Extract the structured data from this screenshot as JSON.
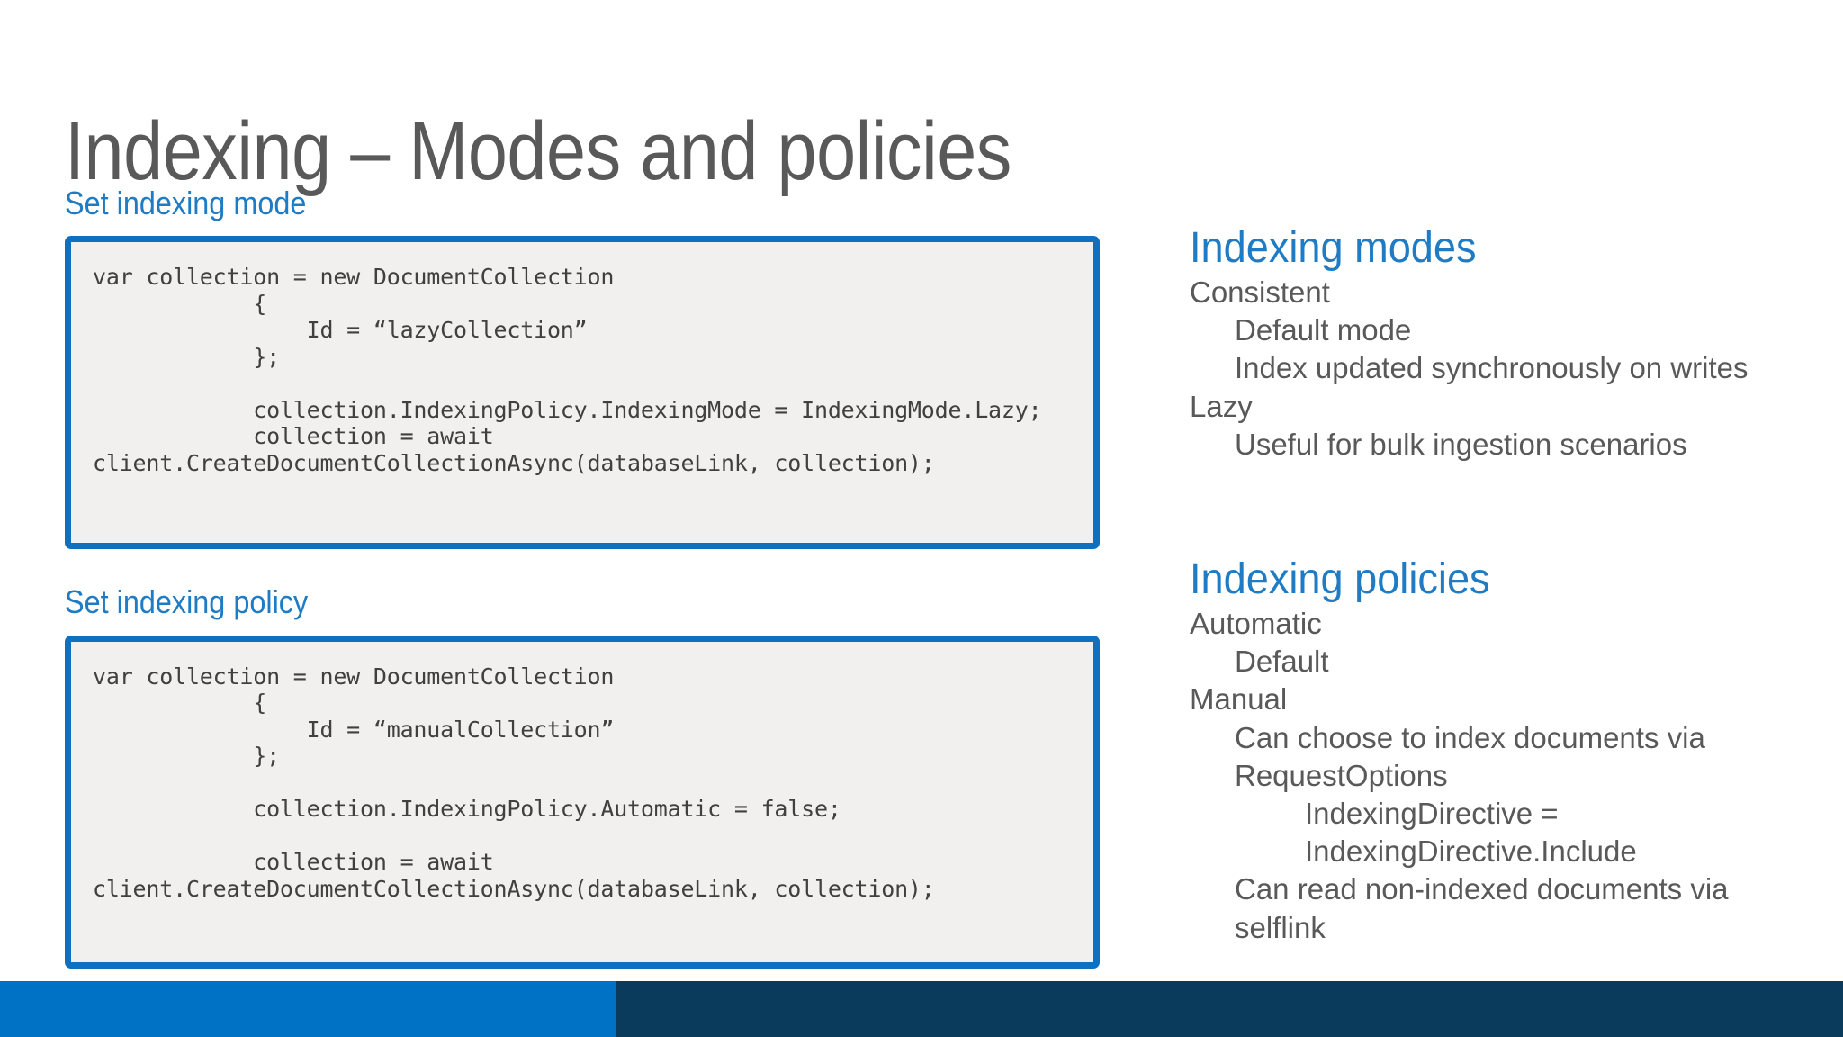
{
  "slide": {
    "title": "Indexing – Modes and policies",
    "title_color": "#595959",
    "accent_blue": "#1F7CC4",
    "code_border_color": "#0F70C0",
    "code_background": "#F1F0EE"
  },
  "left": {
    "section_one": {
      "heading": "Set indexing mode",
      "code": "var collection = new DocumentCollection\n            {\n                Id = “lazyCollection”\n            };\n\n            collection.IndexingPolicy.IndexingMode = IndexingMode.Lazy;\n            collection = await client.CreateDocumentCollectionAsync(databaseLink, collection);"
    },
    "section_two": {
      "heading": "Set indexing policy",
      "code": "var collection = new DocumentCollection\n            {\n                Id = “manualCollection”\n            };\n\n            collection.IndexingPolicy.Automatic = false;\n\n            collection = await client.CreateDocumentCollectionAsync(databaseLink, collection);"
    }
  },
  "right": {
    "modes": {
      "heading": "Indexing modes",
      "items": [
        {
          "level": 1,
          "text": "Consistent"
        },
        {
          "level": 2,
          "text": "Default mode"
        },
        {
          "level": 2,
          "text": "Index updated synchronously on writes"
        },
        {
          "level": 1,
          "text": "Lazy"
        },
        {
          "level": 2,
          "text": "Useful for bulk ingestion scenarios"
        }
      ]
    },
    "policies": {
      "heading": "Indexing policies",
      "items": [
        {
          "level": 1,
          "text": "Automatic"
        },
        {
          "level": 2,
          "text": "Default"
        },
        {
          "level": 1,
          "text": "Manual"
        },
        {
          "level": 2,
          "text": "Can choose to index documents via RequestOptions"
        },
        {
          "level": 3,
          "text": "IndexingDirective = IndexingDirective.Include"
        },
        {
          "level": 2,
          "text": "Can read non-indexed documents via selflink"
        }
      ]
    }
  },
  "footer": {
    "bar_left_color": "#0072C6",
    "bar_right_color": "#0A3A5C"
  }
}
